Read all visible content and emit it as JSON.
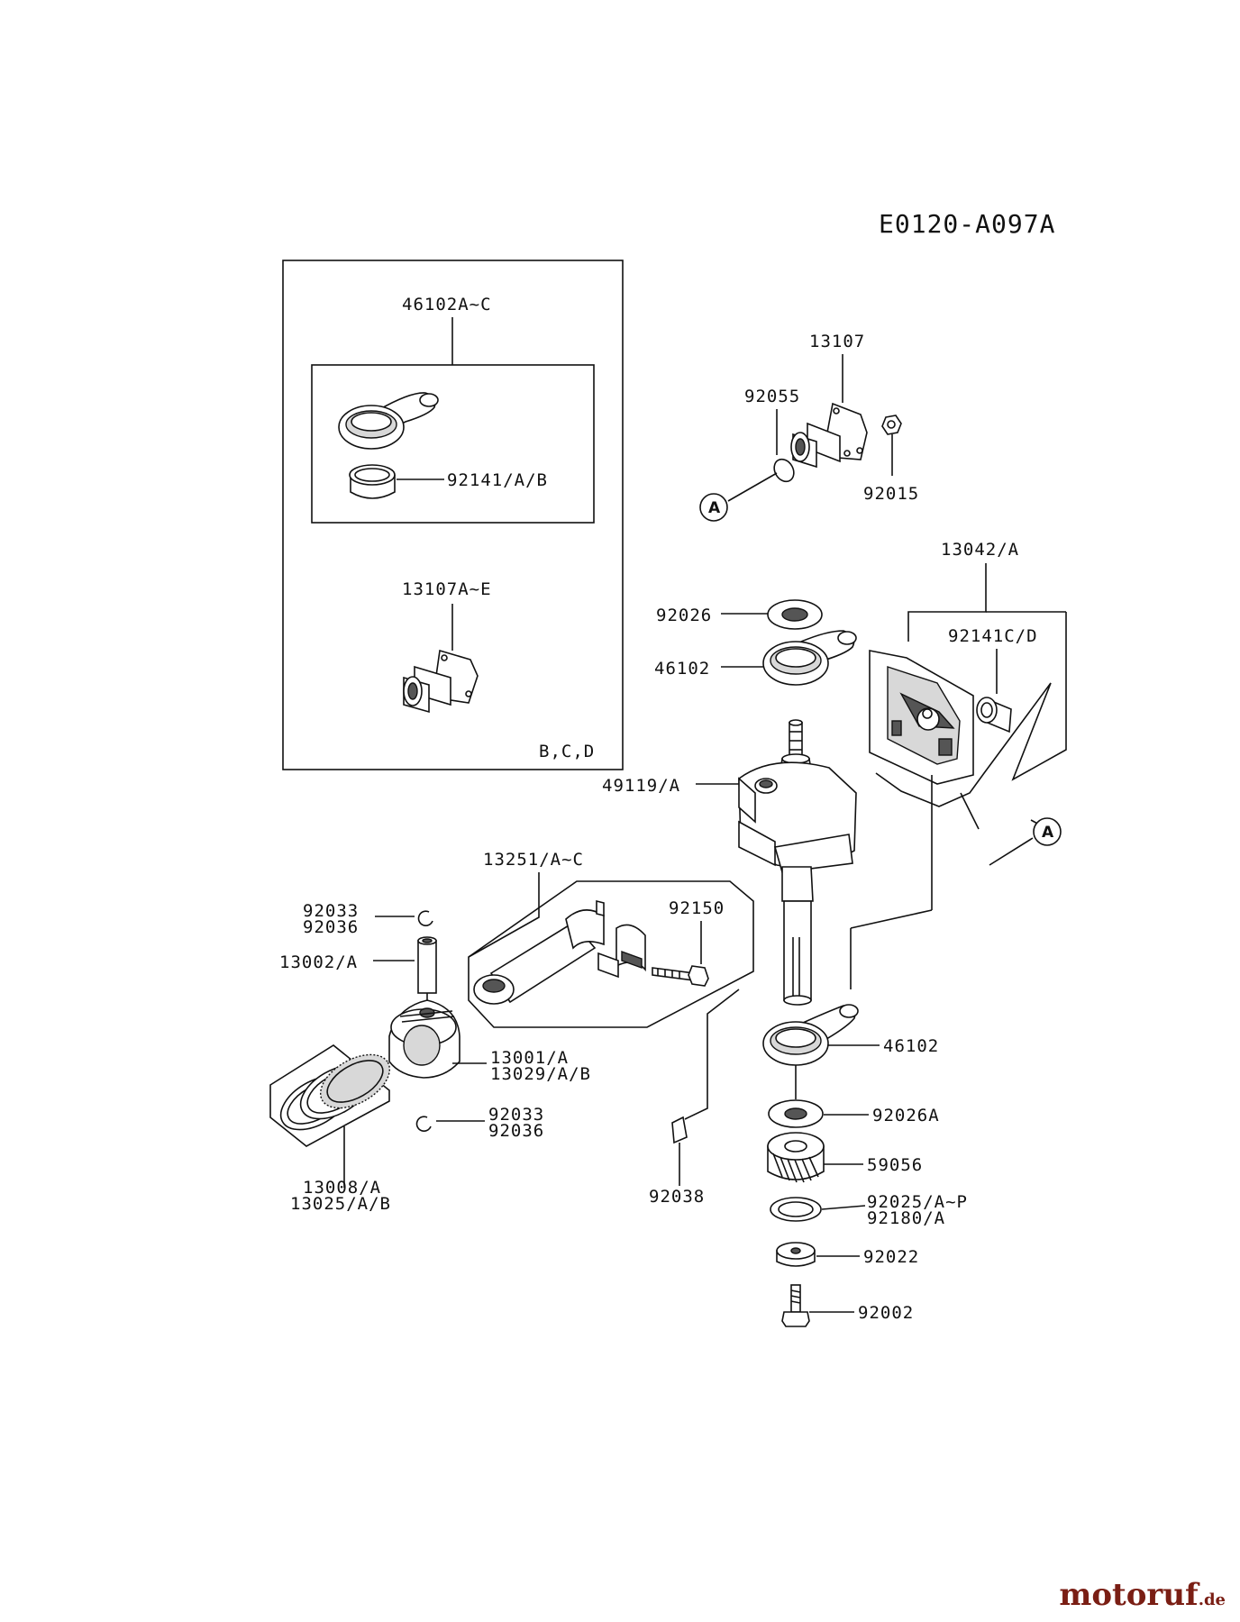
{
  "diagram_code": "E0120-A097A",
  "callout_letter": "A",
  "watermark": {
    "brand": "motoruf",
    "suffix": ".de"
  },
  "inset_box": {
    "assembly_label": "46102A~C",
    "bearing_label": "92141/A/B",
    "shaft_label": "13107A~E",
    "variants_note": "B,C,D"
  },
  "parts": {
    "p13107": "13107",
    "p92055": "92055",
    "p92015": "92015",
    "p13042": "13042/A",
    "p92141cd": "92141C/D",
    "p92026": "92026",
    "p46102_top": "46102",
    "p49119": "49119/A",
    "p13251": "13251/A~C",
    "p92150": "92150",
    "p92033_top": "92033",
    "p92036_top": "92036",
    "p13002": "13002/A",
    "p13001": "13001/A",
    "p13029": "13029/A/B",
    "p92033_bot": "92033",
    "p92036_bot": "92036",
    "p13008": "13008/A",
    "p13025": "13025/A/B",
    "p92038": "92038",
    "p46102_bot": "46102",
    "p92026a": "92026A",
    "p59056": "59056",
    "p92025": "92025/A~P",
    "p92180": "92180/A",
    "p92022": "92022",
    "p92002": "92002"
  }
}
